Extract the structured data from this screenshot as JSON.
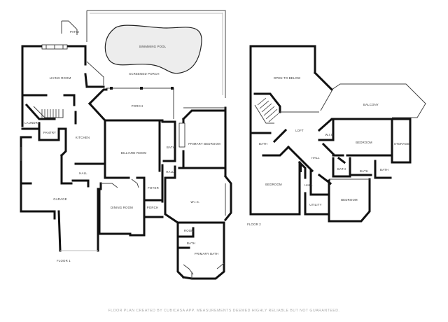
{
  "floor1": {
    "caption": "FLOOR 1",
    "rooms": {
      "patio": "PATIO",
      "swimming_pool": "SWIMMING POOL",
      "living_room": "LIVING ROOM",
      "screened_porch": "SCREENED PORCH",
      "porch": "PORCH",
      "laundry": "LAUNDRY",
      "pantry": "PANTRY",
      "kitchen": "KITCHEN",
      "billiard_room": "BILLIARD ROOM",
      "bath": "BATH",
      "primary_bedroom": "PRIMARY BEDROOM",
      "hall_1": "HALL",
      "hall_2": "HALL",
      "foyer": "FOYER",
      "garage": "GARAGE",
      "dining_room": "DINING ROOM",
      "porch_2": "PORCH",
      "wic": "W.I.C.",
      "room": "ROOM",
      "bath_2": "BATH",
      "primary_bath": "PRIMARY BATH"
    }
  },
  "floor2": {
    "caption": "FLOOR 2",
    "rooms": {
      "open_to_below": "OPEN TO BELOW",
      "balcony": "BALCONY",
      "loft": "LOFT",
      "wic": "W.I.C.",
      "bath_1": "BATH",
      "bedroom_1": "BEDROOM",
      "storage": "STORAGE",
      "hall": "HALL",
      "bath_2": "BATH",
      "bath_3": "BATH",
      "bath_4": "BATH",
      "bedroom_2": "BEDROOM",
      "hall_2": "HALL",
      "utility": "UTILITY",
      "bedroom_3": "BEDROOM"
    }
  },
  "footer": {
    "disclaimer": "FLOOR PLAN CREATED BY CUBICASA APP. MEASUREMENTS DEEMED HIGHLY RELIABLE BUT NOT GUARANTEED."
  }
}
